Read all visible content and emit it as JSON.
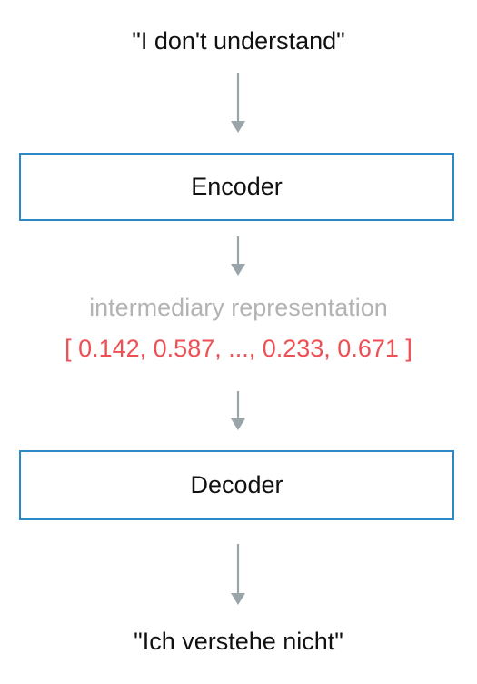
{
  "input": "\"I don't understand\"",
  "encoder": {
    "label": "Encoder"
  },
  "intermediate": {
    "label": "intermediary representation",
    "vector": "[ 0.142, 0.587, ..., 0.233, 0.671 ]"
  },
  "decoder": {
    "label": "Decoder"
  },
  "output": "\"Ich verstehe nicht\"",
  "colors": {
    "box_border": "#2d88c6",
    "arrow": "#9aa5aa",
    "vector_text": "#ee4f55",
    "muted_label": "#b3b3b3"
  }
}
